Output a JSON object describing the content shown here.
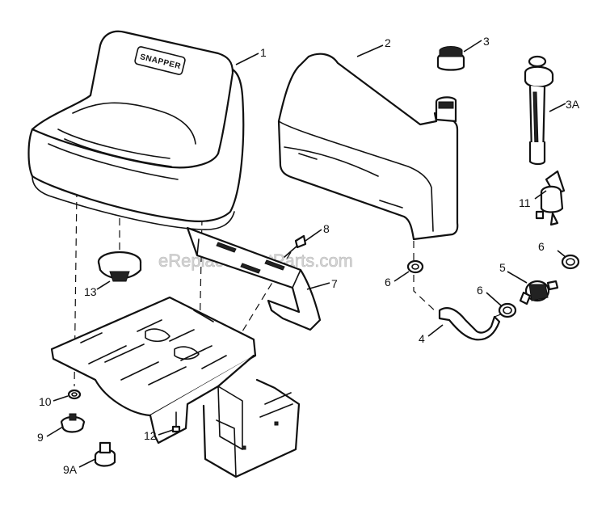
{
  "logo_text": "SNAPPER",
  "watermark": "eReplacementParts.com",
  "callouts": {
    "c1": "1",
    "c2": "2",
    "c3": "3",
    "c3a": "3A",
    "c4": "4",
    "c5": "5",
    "c6a": "6",
    "c6b": "6",
    "c6c": "6",
    "c7": "7",
    "c8": "8",
    "c9": "9",
    "c9a": "9A",
    "c10": "10",
    "c11": "11",
    "c12": "12",
    "c13": "13"
  }
}
